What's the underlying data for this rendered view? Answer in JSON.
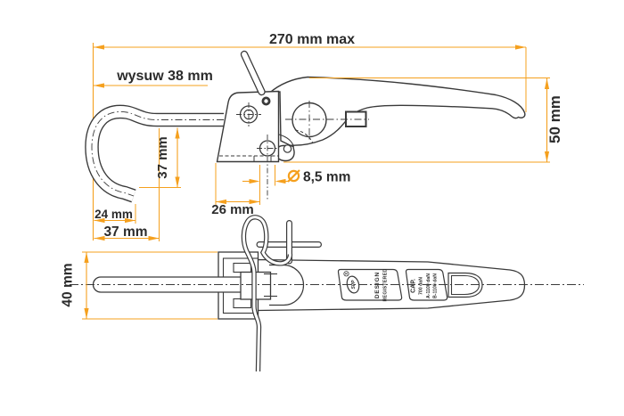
{
  "drawing": {
    "colors": {
      "dimension_accent": "#F5A01E",
      "linework": "#3a3a3a",
      "text": "#2b2b2b"
    },
    "side_view": {
      "dim_overall_length": "270 mm max",
      "dim_travel": "wysuw 38 mm",
      "dim_height": "50 mm",
      "dim_hook_drop": "37 mm",
      "dim_hole_diameter": "8,5 mm",
      "dim_hole_offset": "26 mm",
      "dim_tip_offset": "24 mm",
      "dim_hook_width": "37 mm"
    },
    "plan_view": {
      "dim_body_width": "40 mm",
      "marking_design": "DESIGN",
      "marking_registered": "REGISTERED",
      "marking_cap": "CAP.",
      "marking_cap_value": "700 daN",
      "marking_cap_a": "A-1100 daN",
      "marking_cap_b": "B-1100 daN",
      "marking_logo": "SPP",
      "marking_registered_symbol": "R"
    }
  }
}
